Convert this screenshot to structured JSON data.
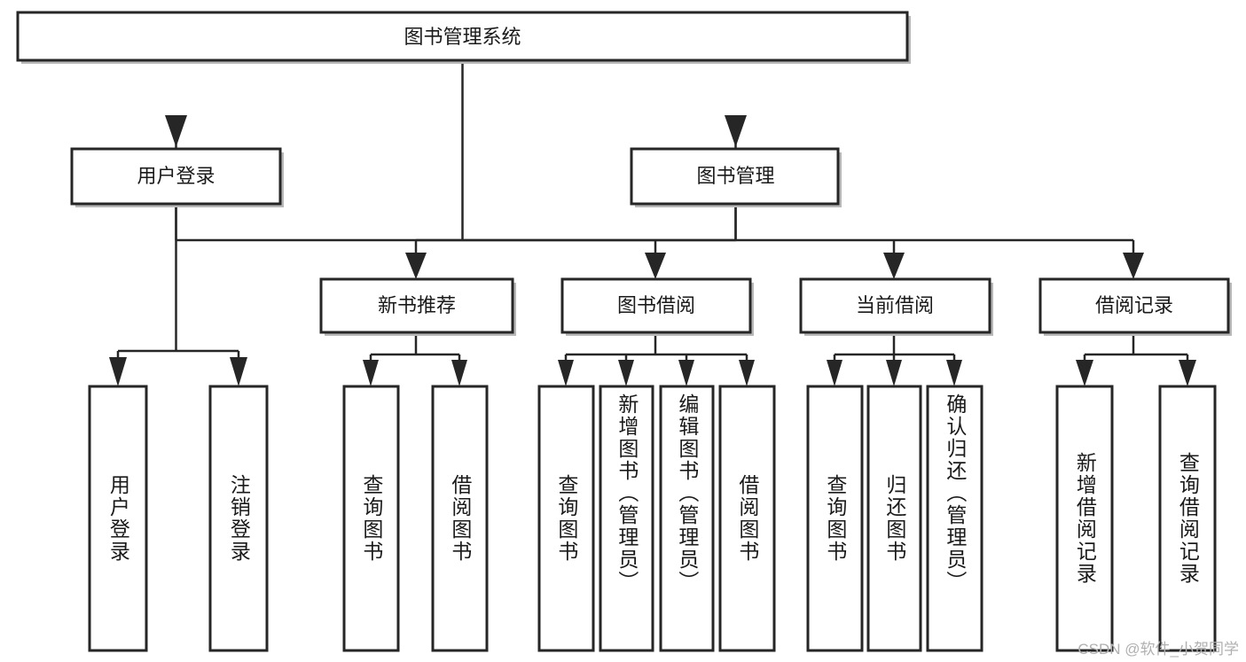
{
  "diagram": {
    "title": "图书管理系统",
    "type": "tree",
    "root": {
      "id": "root",
      "label": "图书管理系统",
      "level": 0
    },
    "level1": [
      {
        "id": "user-login",
        "label": "用户登录"
      },
      {
        "id": "book-management",
        "label": "图书管理"
      }
    ],
    "level2": [
      {
        "id": "new-book-recommend",
        "label": "新书推荐",
        "parent": "book-management"
      },
      {
        "id": "book-borrow",
        "label": "图书借阅",
        "parent": "book-management"
      },
      {
        "id": "current-borrow",
        "label": "当前借阅",
        "parent": "book-management"
      },
      {
        "id": "borrow-record",
        "label": "借阅记录",
        "parent": "book-management"
      }
    ],
    "leaves": {
      "user_login": [
        {
          "id": "leaf-user-login",
          "label": "用户登录"
        },
        {
          "id": "leaf-logout",
          "label": "注销登录"
        }
      ],
      "new_book_recommend": [
        {
          "id": "leaf-query-book-1",
          "label": "查询图书"
        },
        {
          "id": "leaf-borrow-book-1",
          "label": "借阅图书"
        }
      ],
      "book_borrow": [
        {
          "id": "leaf-query-book-2",
          "label": "查询图书"
        },
        {
          "id": "leaf-add-book",
          "label": "新增图书（管理员）"
        },
        {
          "id": "leaf-edit-book",
          "label": "编辑图书（管理员）"
        },
        {
          "id": "leaf-borrow-book-2",
          "label": "借阅图书"
        }
      ],
      "current_borrow": [
        {
          "id": "leaf-query-book-3",
          "label": "查询图书"
        },
        {
          "id": "leaf-return-book",
          "label": "归还图书"
        },
        {
          "id": "leaf-confirm-return",
          "label": "确认归还（管理员）"
        }
      ],
      "borrow_record": [
        {
          "id": "leaf-add-record",
          "label": "新增借阅记录"
        },
        {
          "id": "leaf-query-record",
          "label": "查询借阅记录"
        }
      ]
    }
  },
  "watermark": {
    "text": "CSDN @软件_小贺同学"
  },
  "colors": {
    "background": "#ffffff",
    "box_border": "#262626",
    "box_fill": "#ffffff",
    "connector": "#262626",
    "text": "#1a1a1a",
    "watermark": "#b0b0b0"
  }
}
